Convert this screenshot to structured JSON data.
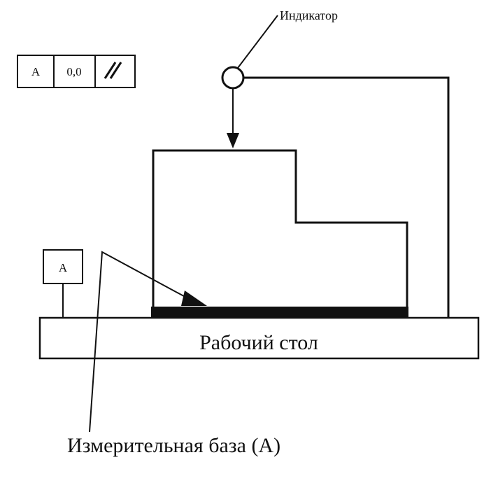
{
  "labels": {
    "indicator": "Индикатор",
    "work_table": "Рабочий стол",
    "measuring_base": "Измерительная база (А)"
  },
  "tolerance_frame": {
    "datum": "A",
    "value": "0,0",
    "symbol": "//"
  },
  "datum_marker": {
    "letter": "A"
  },
  "colors": {
    "line": "#111111",
    "background": "#ffffff"
  }
}
